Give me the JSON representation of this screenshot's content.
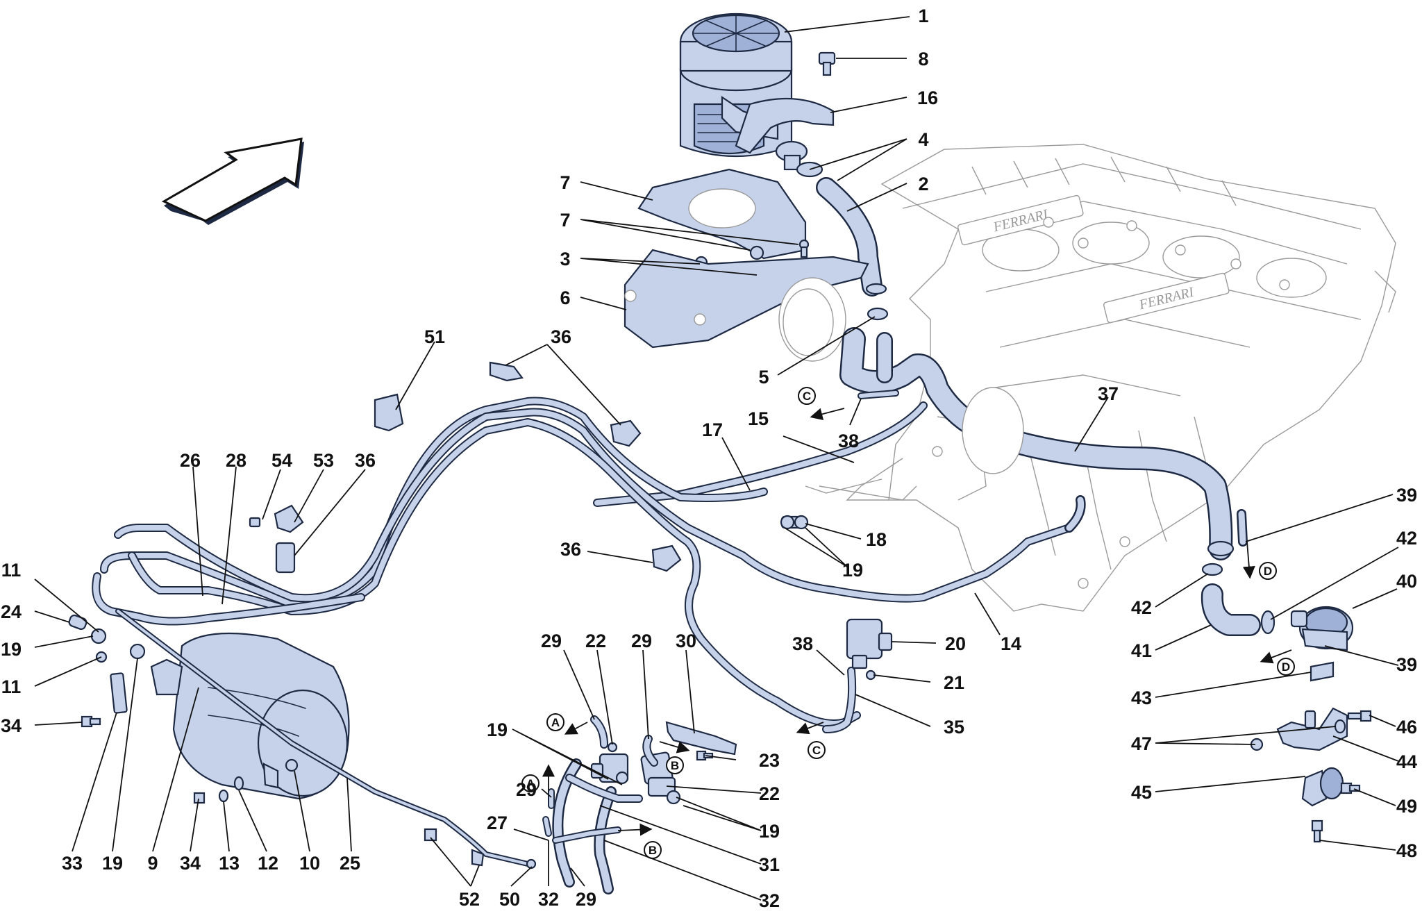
{
  "diagram": {
    "callouts": {
      "c1": "1",
      "c8": "8",
      "c16": "16",
      "c4": "4",
      "c2": "2",
      "c7a": "7",
      "c7b": "7",
      "c3": "3",
      "c6": "6",
      "c5": "5",
      "c51": "51",
      "c36a": "36",
      "c37": "37",
      "c38a": "38",
      "c17": "17",
      "c15": "15",
      "c39a": "39",
      "c26": "26",
      "c28": "28",
      "c54": "54",
      "c53": "53",
      "c36b": "36",
      "c18": "18",
      "c19a": "19",
      "c42a": "42",
      "c40": "40",
      "c36c": "36",
      "c11a": "11",
      "c24": "24",
      "c19b": "19",
      "c11b": "11",
      "c34a": "34",
      "c42b": "42",
      "c41": "41",
      "c39b": "39",
      "c20": "20",
      "c14": "14",
      "c29a": "29",
      "c22a": "22",
      "c29b": "29",
      "c30": "30",
      "c38b": "38",
      "c21": "21",
      "c35": "35",
      "c43": "43",
      "c46": "46",
      "c19c": "19",
      "c23": "23",
      "c47": "47",
      "c44": "44",
      "c22b": "22",
      "c29c": "29",
      "c19d": "19",
      "c45": "45",
      "c49": "49",
      "c27": "27",
      "c31": "31",
      "c48": "48",
      "c33": "33",
      "c19e": "19",
      "c9": "9",
      "c34b": "34",
      "c13": "13",
      "c12": "12",
      "c10": "10",
      "c25": "25",
      "c52": "52",
      "c50": "50",
      "c32a": "32",
      "c29d": "29",
      "c32b": "32"
    },
    "connectors": {
      "A1": "A",
      "A2": "A",
      "B1": "B",
      "B2": "B",
      "C1": "C",
      "C2": "C",
      "D1": "D",
      "D2": "D"
    },
    "engine_logo_text": [
      "FERRARI",
      "FERRARI"
    ]
  }
}
